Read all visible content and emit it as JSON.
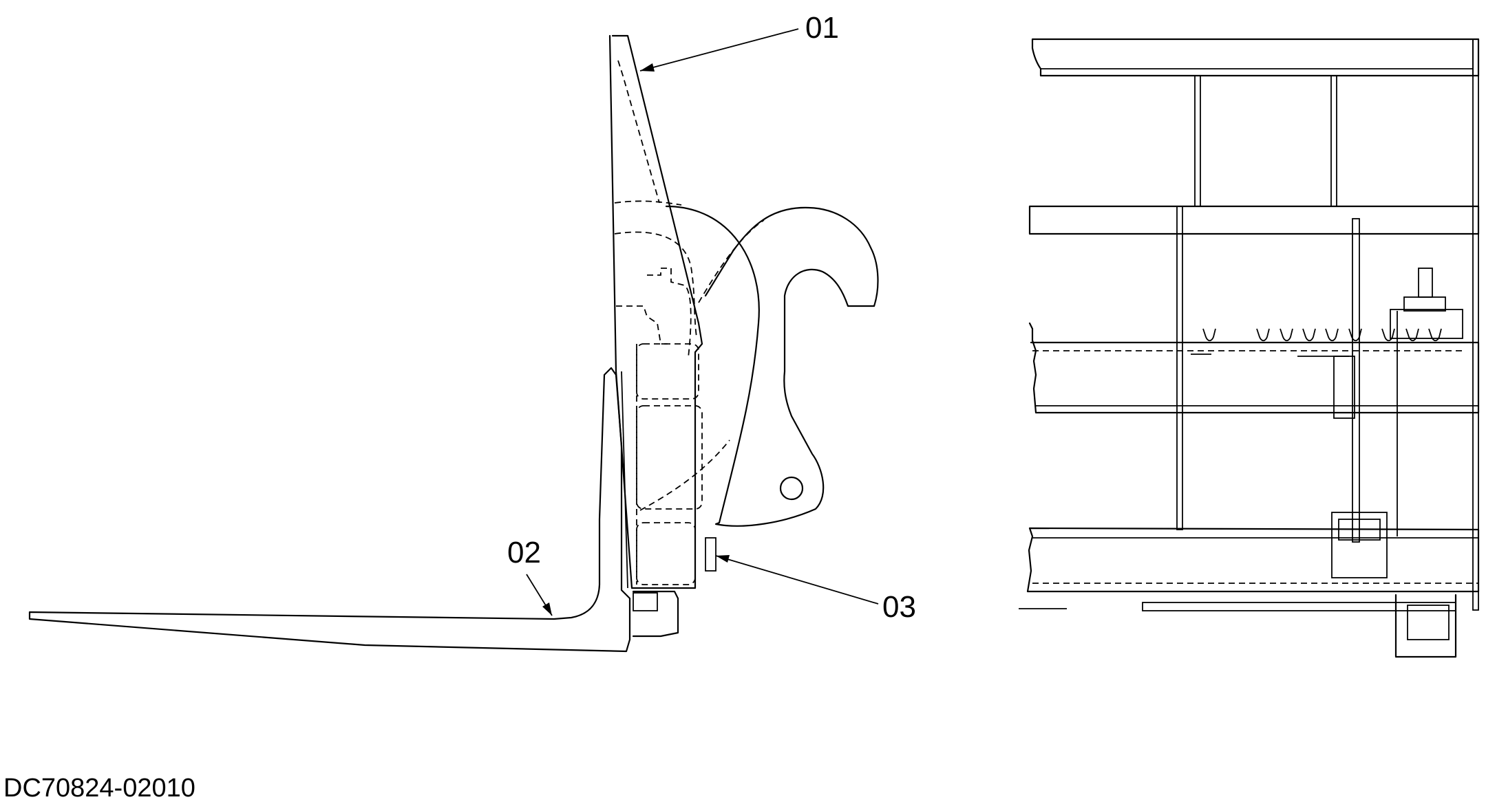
{
  "callouts": [
    {
      "id": "01",
      "label": "01"
    },
    {
      "id": "02",
      "label": "02"
    },
    {
      "id": "03",
      "label": "03"
    }
  ],
  "drawing_number": "DC70824-02010",
  "colors": {
    "line": "#000000",
    "background": "#ffffff"
  }
}
